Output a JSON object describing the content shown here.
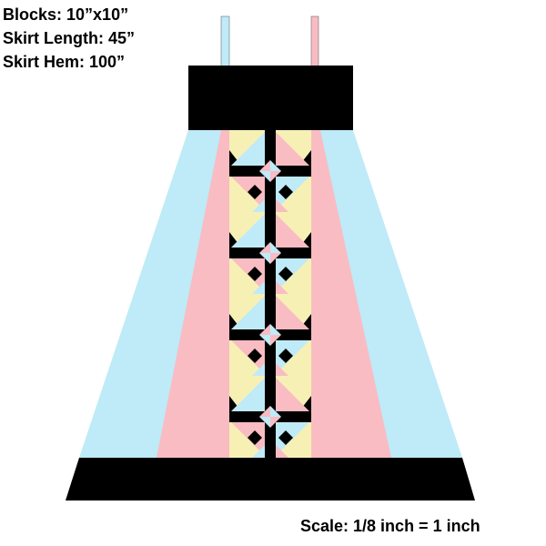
{
  "labels": {
    "blocks": "Blocks: 10”x10”",
    "length": "Skirt Length: 45”",
    "hem": "Skirt Hem: 100”"
  },
  "scale": "Scale: 1/8 inch = 1 inch",
  "colors": {
    "blue": "#bfeaf8",
    "pink": "#f9bcc3",
    "yellow": "#f7f0b5",
    "black": "#000000"
  },
  "block_count": 4
}
